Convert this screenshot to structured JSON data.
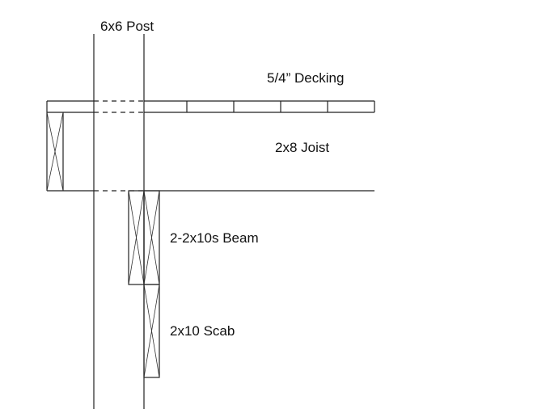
{
  "labels": {
    "post": "6x6 Post",
    "decking": "5/4” Decking",
    "joist": "2x8 Joist",
    "beam": "2-2x10s Beam",
    "scab": "2x10 Scab"
  },
  "colors": {
    "line": "#222222",
    "background": "#ffffff"
  }
}
